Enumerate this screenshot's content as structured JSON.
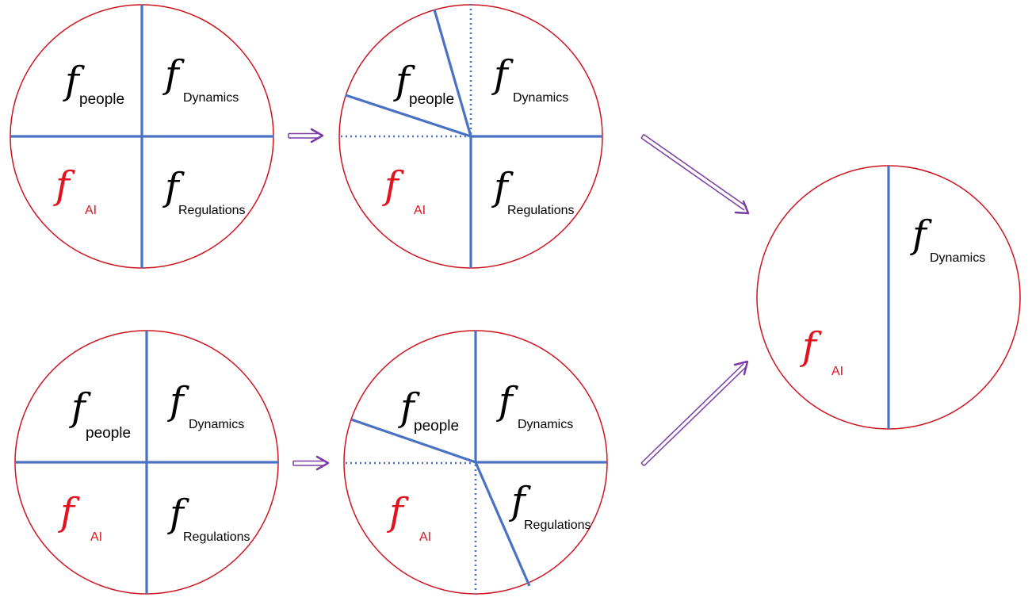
{
  "symbol": "f",
  "labels": {
    "people": "people",
    "dynamics": "Dynamics",
    "regulations": "Regulations",
    "ai": "AI"
  },
  "colors": {
    "circle_outline": "#d0121c",
    "divider": "#4a72c4",
    "arrow": "#7a3da8",
    "ai_text": "#e0141e",
    "text": "#000000"
  }
}
